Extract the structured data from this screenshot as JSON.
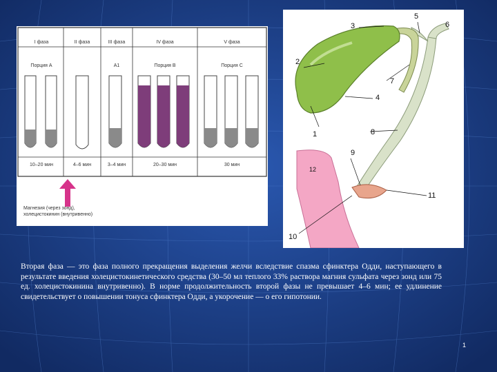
{
  "left_figure": {
    "phases": [
      "I фаза",
      "II фаза",
      "III фаза",
      "IV фаза",
      "V фаза"
    ],
    "portions": [
      "Порция А",
      "A1",
      "Порция В",
      "Порция С"
    ],
    "times": [
      "10–20 мин",
      "4–6 мин",
      "3–4 мин",
      "20–30 мин",
      "30 мин"
    ],
    "caption_line1": "Магнезия (через зонд),",
    "caption_line2": "холецистокинин (внутривенно)"
  },
  "right_figure": {
    "labels": [
      "1",
      "2",
      "3",
      "4",
      "5",
      "6",
      "7",
      "8",
      "9",
      "10",
      "11",
      "12"
    ]
  },
  "body_text": "Вторая фаза — это фаза полного прекращения выделения желчи вследствие спазма сфинктера Одди, наступающего в результате введения холецистокинетического средства (30–50 мл теплого 33% раствора магния сульфата через зонд или 75 ед. холецистокинина внутривенно). В норме продолжительность второй фазы не превышает 4–6 мин; ее удлинение свидетельствует о повышении тонуса сфинктера Одди, а укорочение — о его гипотонии.",
  "page_number": "1",
  "colors": {
    "background": "#1d3f86",
    "tube_purple": "#7e3d7a",
    "gallbladder_green": "#8fbf4a",
    "duodenum_pink": "#f4a7c5",
    "arrow_magenta": "#d6338a"
  }
}
